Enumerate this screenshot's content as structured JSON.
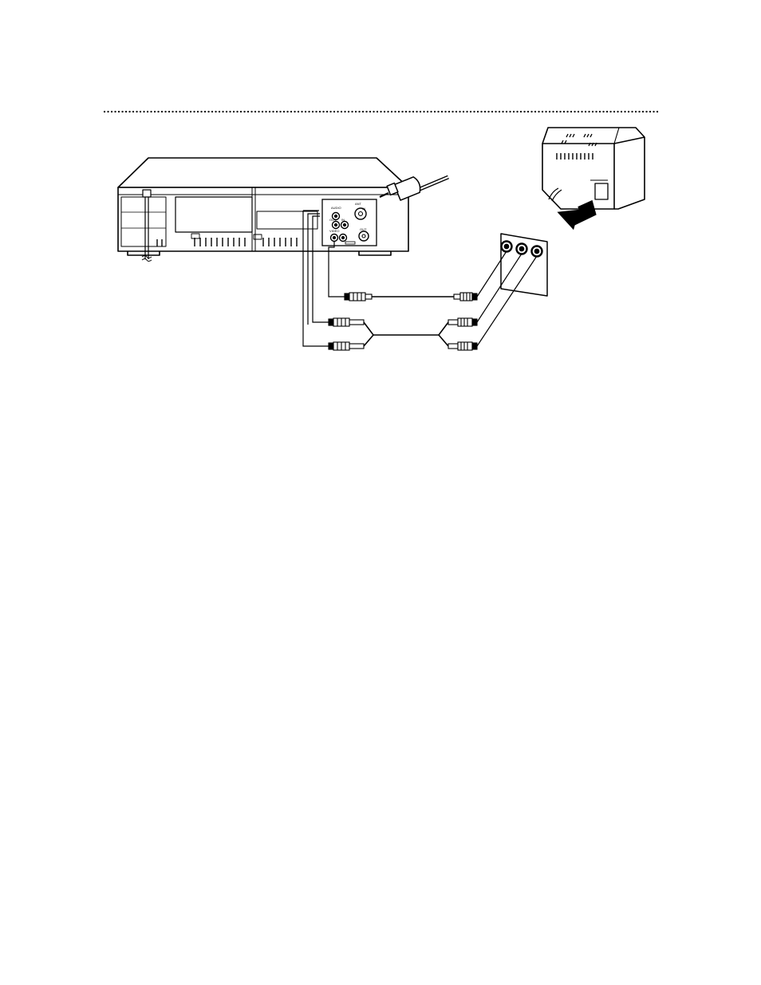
{
  "page": {
    "background": "#ffffff",
    "ink": "#000000",
    "rule_style": "dotted"
  },
  "vcr_jacks": {
    "audio_label": "AUDIO",
    "out_label": "OUT",
    "in_label": "IN",
    "video_label": "VIDEO",
    "ant_label": "ANT",
    "ant_in_label": "IN",
    "ant_out_label": "OUT"
  },
  "icons": {
    "vcr": "vcr-rear-icon",
    "tv": "tv-rear-icon",
    "antenna_cable": "coaxial-cable-icon",
    "arrow": "arrow-icon",
    "jack_panel": "av-jack-panel-icon"
  }
}
